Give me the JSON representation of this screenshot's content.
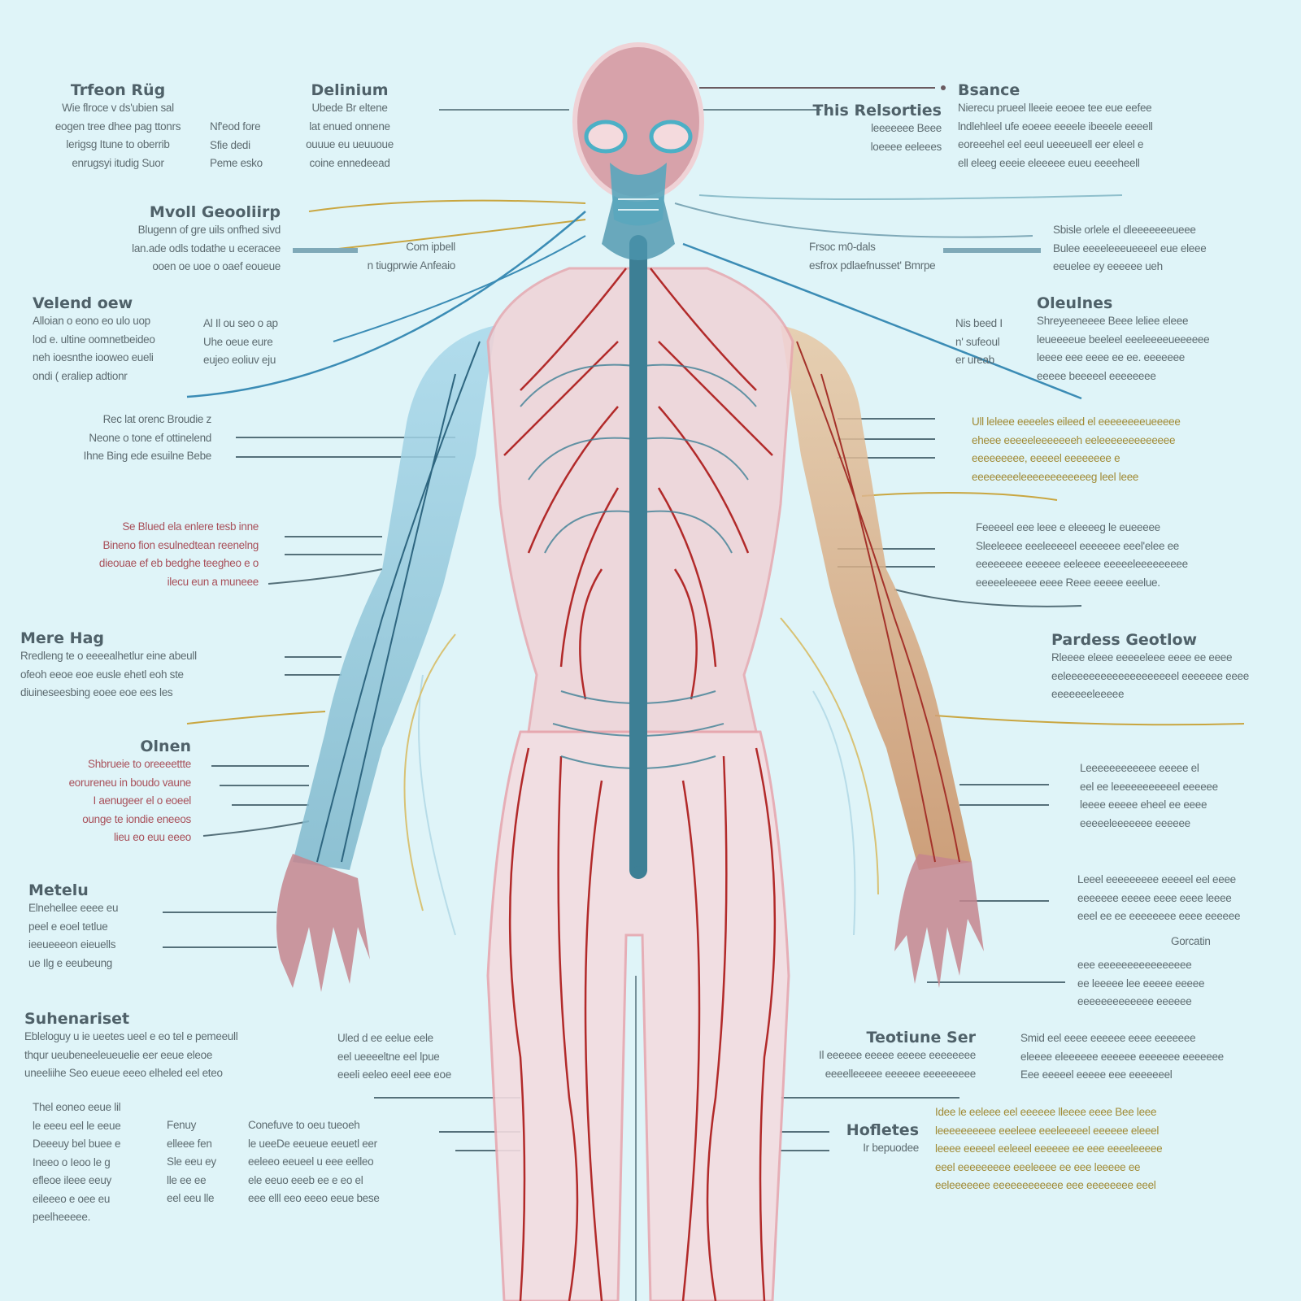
{
  "colors": {
    "background": "#dff4f8",
    "artery": "#b22a2a",
    "nerve": "#3d7f95",
    "vein": "#6fb5cf",
    "nerve_gold": "#c9a640",
    "text": "#5d6b70"
  },
  "labels": [
    {
      "heading": "Trfeon Rüg",
      "lines": [
        "Wie flroce v ds'ubien sal",
        "eogen tree dhee pag ttonrs",
        "lerigsg Itune to oberrib",
        "enrugsyi itudig Suor"
      ]
    },
    {
      "heading": "",
      "lines": [
        "Nf'eod fore",
        "Sfie dedi",
        "Peme esko"
      ]
    },
    {
      "heading": "Delinium",
      "lines": [
        "Ubede Br eltene",
        "lat enued onnene",
        "ouuue eu ueuuoue",
        "coine ennedeead"
      ]
    },
    {
      "heading": "Mvoll Geooliirp",
      "lines": [
        "Blugenn of gre uils onfhed sivd",
        "lan.ade odls todathe u eceracee",
        "ooen oe uoe o oaef eoueue"
      ]
    },
    {
      "heading": "",
      "lines": [
        "Com ipbell",
        "n tiugprwie Anfeaio"
      ]
    },
    {
      "heading": "Velend oew",
      "lines": [
        "Alloian o eono eo ulo uop",
        "lod e. ultine oomnetbeideo",
        "neh ioesnthe iooweo eueli",
        "ondi ( eraliep adtionr"
      ]
    },
    {
      "heading": "",
      "lines": [
        "Al Il ou seo o ap",
        "Uhe oeue eure",
        "eujeo eoliuv eju"
      ]
    },
    {
      "heading": "",
      "lines": [
        "Rec lat orenc Broudie z",
        "Neone o tone ef ottinelend",
        "Ihne Bing ede esuilne Bebe"
      ]
    },
    {
      "heading": "",
      "lines": [
        "Se Blued ela enlere tesb inne",
        "Bineno fion esulnedtean reenelng",
        "dieouae ef eb bedghe teegheo e o",
        "ilecu eun a muneee"
      ]
    },
    {
      "heading": "Mere Hag",
      "lines": [
        "Rredleng te o eeeealhetlur eine abeull",
        "ofeoh eeoe eoe eusle ehetl eoh ste",
        "diuineseesbing eoee eoe ees les"
      ]
    },
    {
      "heading": "Olnen",
      "lines": [
        "Shbrueie to oreeeettte",
        "eorureneu in boudo vaune",
        "I aenugeer el o eoeel",
        "ounge te iondie eneeos",
        "lieu eo euu eeeo"
      ]
    },
    {
      "heading": "Metelu",
      "lines": [
        "Elnehellee eeee eu",
        "peel e eoel tetlue",
        "ieeueeeon eieuells",
        "ue Ilg e eeubeung"
      ]
    },
    {
      "heading": "Suhenariset",
      "lines": [
        "Ebleloguy u ie ueetes ueel e eo tel e pemeeull",
        "thqur ueubeneeleueuelie eer eeue eleoe",
        "uneeliihe Seo eueue eeeo elheled eel eteo"
      ]
    },
    {
      "heading": "",
      "lines": [
        "Uled d ee eelue eele",
        "eel ueeeeltne eel lpue",
        "eeeli eeleo eeel eee eoe"
      ]
    },
    {
      "heading": "",
      "lines": [
        "Thel eoneo eeue lil",
        "le eeeu eel le eeue",
        "Deeeuy bel buee e",
        "Ineeo o Ieoo le g",
        "efleoe ileee eeuy",
        "eileeeo e oee eu",
        "peelheeeee."
      ]
    },
    {
      "heading": "",
      "lines": [
        "Fenuy",
        "elleee fen",
        "Sle eeu ey",
        "lle ee ee",
        "eel eeu lle"
      ]
    },
    {
      "heading": "",
      "lines": [
        "Conefuve to oeu tueoeh",
        "le ueeDe eeueue eeuetl eer",
        "eeleeo eeueel u eee eelleo",
        "ele eeuo eeeb ee e eo el",
        "eee elll eeo eeeo eeue bese"
      ]
    },
    {
      "heading": "Bsance",
      "lines": [
        "Nierecu prueel lleeie eeoee tee eue eefee",
        "lndlehleel ufe eoeee eeeele ibeeele eeeell",
        "eoreeehel eel eeul ueeeueell eer eleel e",
        "ell eleeg eeeie eleeeee eueu eeeeheell"
      ]
    },
    {
      "heading": "This Relsorties",
      "lines": [
        "leeeeeee Beee",
        "loeeee eeleees"
      ]
    },
    {
      "heading": "",
      "lines": [
        "Frsoc m0-dals",
        "esfrox pdlaefnusset' Bmrpe"
      ]
    },
    {
      "heading": "",
      "lines": [
        "Sbisle orlele el dleeeeeeeueee",
        "Bulee eeeeleeeueeeel eue eleee",
        "eeuelee ey eeeeee ueh"
      ]
    },
    {
      "heading": "Oleulnes",
      "lines": [
        "Shreyeeneeee Beee leliee eleee",
        "leueeeeue beeleel eeeleeeeueeeeee",
        "leeee eee eeee ee ee. eeeeeee",
        "eeeee beeeeel eeeeeeee"
      ]
    },
    {
      "heading": "",
      "lines": [
        "Nis beed I",
        "n' sufeoul",
        "er ureab"
      ]
    },
    {
      "heading": "",
      "lines": [
        "Ull leleee eeeeles eileed el eeeeeeeeueeeee",
        "eheee eeeeeleeeeeeeh eeleeeeeeeeeeeee",
        "eeeeeeeee, eeeeel eeeeeeee e",
        "eeeeeeeeleeeeeeeeeeeeg leel leee"
      ]
    },
    {
      "heading": "",
      "lines": [
        "Feeeeel eee leee e eleeeeg le eueeeee",
        "Sleeleeee eeeleeeeel eeeeeee eeel'elee ee",
        "eeeeeeee eeeeee eeleeee eeeeeleeeeeeeee",
        "eeeeeleeeee eeee Reee eeeee eeelue."
      ]
    },
    {
      "heading": "Pardess Geotlow",
      "lines": [
        "Rleeee eleee eeeeeleee eeee ee eeee",
        "eeleeeeeeeeeeeeeeeeeeel eeeeeee eeee",
        "eeeeeeeleeeee"
      ]
    },
    {
      "heading": "",
      "lines": [
        "Leeeeeeeeeeee eeeee el",
        "eel ee leeeeeeeeeeel eeeeee",
        "leeee eeeee eheel ee eeee",
        "eeeeeleeeeeee eeeeee"
      ]
    },
    {
      "heading": "",
      "lines": [
        "Leeel eeeeeeeee eeeeel eel eeee",
        "eeeeeee eeeee eeee eeee leeee",
        "eeel ee ee eeeeeeee eeee eeeeee"
      ]
    },
    {
      "heading": "",
      "lines": [
        "Gorcatin"
      ]
    },
    {
      "heading": "",
      "lines": [
        "eee eeeeeeeeeeeeeeee",
        "ee leeeee lee eeeee eeeee",
        "eeeeeeeeeeeee eeeeee"
      ]
    },
    {
      "heading": "Teotiune Ser",
      "lines": [
        "Il eeeeee eeeee eeeee eeeeeeee",
        "eeeelleeeee eeeeee eeeeeeeee"
      ]
    },
    {
      "heading": "",
      "lines": [
        "Smid eel eeee eeeeee eeee eeeeeee",
        "eleeee eleeeeee eeeeee eeeeeee eeeeeee",
        "Eee eeeeel eeeee eee eeeeeeel"
      ]
    },
    {
      "heading": "Hofletes",
      "lines": [
        "Ir bepuodee"
      ]
    },
    {
      "heading": "",
      "lines": [
        "Idee le eeleee eel eeeeee lleeee eeee Bee leee",
        "leeeeeeeeee eeeleee eeeleeeeel eeeeee eleeel",
        "leeee eeeeel eeleeel eeeeee ee eee eeeeleeeee",
        "eeel eeeeeeeee eeeleeee ee eee leeeee ee",
        "eeleeeeeee eeeeeeeeeeee eee eeeeeeee eeel"
      ]
    }
  ]
}
